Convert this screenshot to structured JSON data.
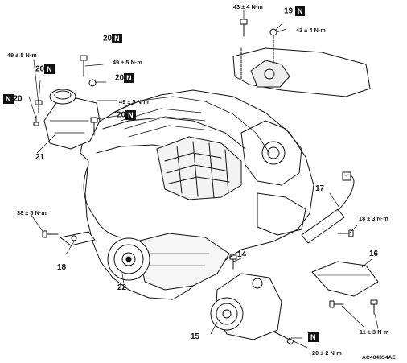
{
  "callouts": {
    "c14": "14",
    "c15": "15",
    "c16": "16",
    "c17": "17",
    "c18": "18",
    "c19": "19",
    "c20a": "20",
    "c20b": "20",
    "c20c": "20",
    "c20d": "20",
    "c20e": "20",
    "c21": "21",
    "c22": "22",
    "c11": "11 ± 3 N·m"
  },
  "torques": {
    "t_49a": "49 ± 5 N·m",
    "t_49b": "49 ± 5 N·m",
    "t_49c": "49 ± 5 N·m",
    "t_43a": "43 ± 4 N·m",
    "t_43b": "43 ± 4 N·m",
    "t_38": "38 ± 5 N·m",
    "t_18": "18 ± 3 N·m",
    "t_20": "20 ± 2 N·m"
  },
  "new_part_mark": "N",
  "figure_code": "AC404354AE"
}
